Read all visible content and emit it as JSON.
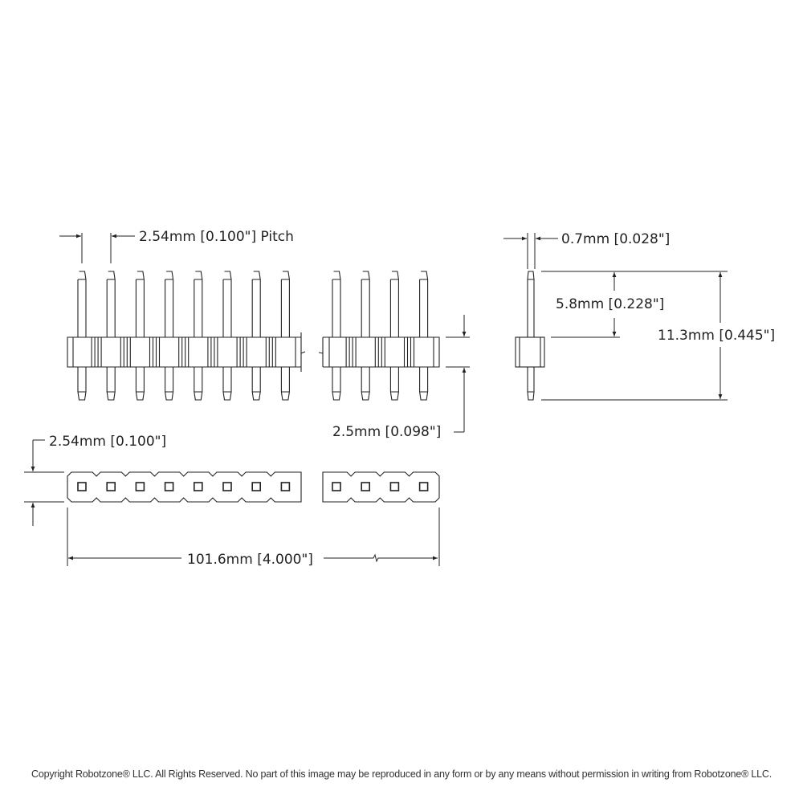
{
  "header_spec": {
    "left_group_pins": 8,
    "right_group_pins": 4
  },
  "dimensions": {
    "pitch": "2.54mm [0.100\"] Pitch",
    "pin_width": "0.7mm [0.028\"]",
    "upper_pin_length": "5.8mm [0.228\"]",
    "total_length": "11.3mm [0.445\"]",
    "body_height": "2.5mm [0.098\"]",
    "body_width": "2.54mm [0.100\"]",
    "overall_length": "101.6mm [4.000\"]"
  },
  "footer": {
    "copyright": "Copyright Robotzone® LLC.  All Rights Reserved. No part of this image may be reproduced in any form or by any means without permission in writing from Robotzone® LLC."
  },
  "colors": {
    "line": "#222222"
  }
}
